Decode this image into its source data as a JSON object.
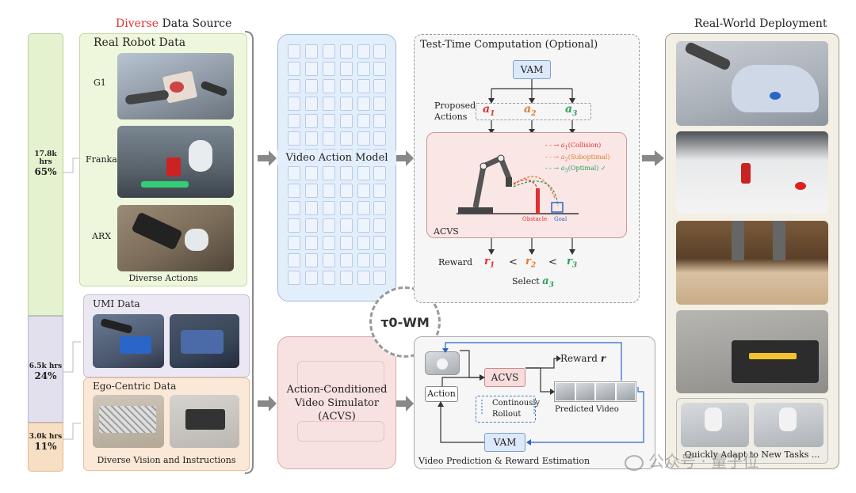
{
  "data_source": {
    "title_accent": "Diverse",
    "title_rest": " Data Source",
    "stats": [
      {
        "hours": "17.8k hrs",
        "percent": "65%"
      },
      {
        "hours": "6.5k hrs",
        "percent": "24%"
      },
      {
        "hours": "3.0k hrs",
        "percent": "11%"
      }
    ],
    "real_robot": {
      "title": "Real Robot Data",
      "robots": [
        "G1",
        "Franka",
        "ARX"
      ],
      "caption": "Diverse Actions"
    },
    "umi": {
      "title": "UMI Data"
    },
    "ego": {
      "title": "Ego-Centric Data",
      "caption": "Diverse Vision and Instructions"
    }
  },
  "models": {
    "vam": "Video Action Model",
    "acvs_line1": "Action-Conditioned",
    "acvs_line2": "Video Simulator",
    "acvs_line3": "(ACVS)",
    "center_badge": "τ0-WM"
  },
  "test_time": {
    "title": "Test-Time Computation (Optional)",
    "vam_box": "VAM",
    "proposed_line1": "Proposed",
    "proposed_line2": "Actions",
    "actions": [
      "a",
      "a",
      "a"
    ],
    "subs": [
      "1",
      "2",
      "3"
    ],
    "legend": [
      {
        "label": "(Collision)",
        "color": "#e03030"
      },
      {
        "label": "(Suboptimal)",
        "color": "#e07a2a"
      },
      {
        "label": "(Optimal)",
        "color": "#2aa05a"
      }
    ],
    "obstacle_label": "Obstacle",
    "goal_label": "Goal",
    "acvs_label": "ACVS",
    "reward_label": "Reward",
    "r_symbol": "r",
    "lt": "<",
    "select_label": "Select"
  },
  "prediction": {
    "acvs_box": "ACVS",
    "reward_label": "Reward",
    "reward_symbol": "r",
    "action_box": "Action",
    "rollout_line1": "Continously",
    "rollout_line2": "Rollout",
    "predicted_video": "Predicted Video",
    "vam_box": "VAM",
    "footer": "Video Prediction & Reward Estimation"
  },
  "deployment": {
    "title": "Real-World Deployment",
    "caption": "Quickly Adapt to New Tasks ..."
  },
  "watermark": "公众号 · 量子位",
  "colors": {
    "accent_red": "#e03030",
    "a1": "#e03030",
    "a2": "#e07a2a",
    "a3": "#2aa05a",
    "green_bar": "#e4f2cf",
    "purple_bar": "#e3e0ee",
    "orange_bar": "#f7dfc4",
    "vam_panel": "#e3eefb",
    "acvs_panel": "#f8e1e1",
    "robot_panel": "#eef6dc",
    "umi_panel": "#ebe8f3",
    "ego_panel": "#fbe8d6",
    "deploy_panel": "#f3efe4"
  }
}
